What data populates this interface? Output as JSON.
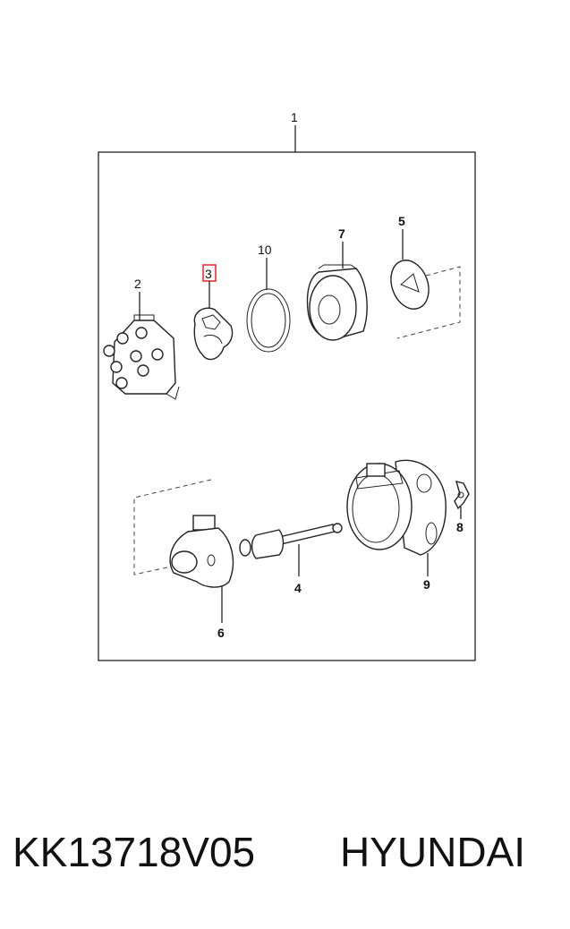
{
  "diagram": {
    "callouts": {
      "c1": "1",
      "c2": "2",
      "c3": "3",
      "c4": "4",
      "c5": "5",
      "c6": "6",
      "c7": "7",
      "c8": "8",
      "c9": "9",
      "c10": "10"
    },
    "highlight_color": "#e8232a"
  },
  "footer": {
    "part_number": "KK13718V05",
    "brand": "HYUNDAI"
  }
}
